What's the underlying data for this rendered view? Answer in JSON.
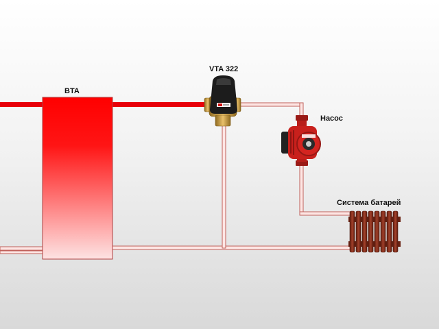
{
  "labels": {
    "tank": "BTA",
    "valve": "VTA 322",
    "pump": "Насос",
    "radiators": "Система батарей"
  },
  "colors": {
    "hot_pipe": "#e8000a",
    "return_pipe_fill": "#fde6e4",
    "return_pipe_edge": "#c0605a",
    "tank_top": "#ff0000",
    "tank_bottom": "#fde3e3",
    "valve_body": "#1c1c1c",
    "valve_brass": "#c99a3a",
    "pump_body": "#c8201c",
    "radiator": "#8a2e1a"
  },
  "icons": {
    "valve": "mixing-valve-icon",
    "pump": "circulation-pump-icon",
    "radiator": "radiator-icon"
  }
}
